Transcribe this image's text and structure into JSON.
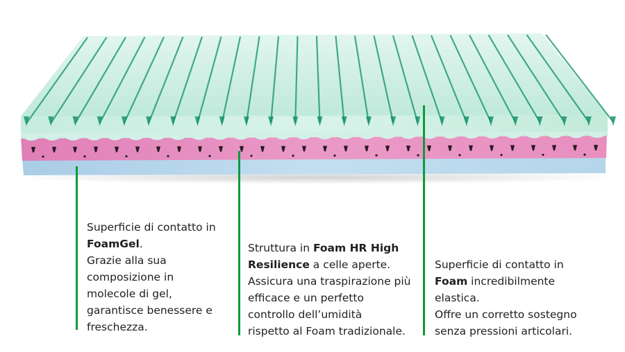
{
  "colors": {
    "top_foam": "#cdeee3",
    "groove": "#0e8f6a",
    "pink_layer": "#e58fc0",
    "base_layer": "#b9d6ec",
    "leader": "#0c9a3a"
  },
  "captions": [
    {
      "line1": "Superficie di contatto in",
      "bold1": "FoamGel",
      "after_bold1": ".",
      "line3": "Grazie alla sua",
      "line4": "composizione in",
      "line5": "molecole di gel,",
      "line6": "garantisce benessere e",
      "line7": "freschezza."
    },
    {
      "line1": "Struttura in ",
      "bold1": "Foam HR High",
      "bold2": "Resilience",
      "after_bold2": " a celle aperte.",
      "line3": "Assicura una traspirazione più",
      "line4": "efficace e un perfetto",
      "line5": "controllo dell’umidità",
      "line6": "rispetto al Foam tradizionale."
    },
    {
      "line1": "Superficie di contatto in",
      "bold1": "Foam",
      "after_bold1": " incredibilmente",
      "line3": "elastica.",
      "line4": "Offre un corretto sostegno",
      "line5": "senza pressioni articolari."
    }
  ]
}
